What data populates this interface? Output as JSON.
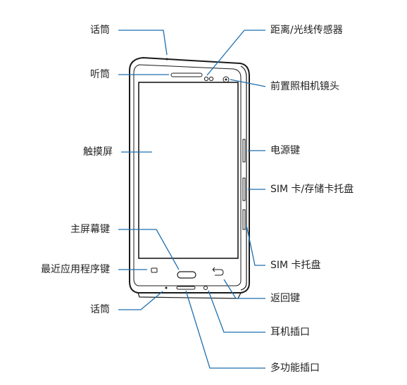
{
  "labels": {
    "mic_top": "话筒",
    "earpiece": "听筒",
    "touchscreen": "触摸屏",
    "home_key": "主屏幕键",
    "recent_apps_key": "最近应用程序键",
    "mic_bottom": "话筒",
    "proximity_light_sensor": "距离/光线传感器",
    "front_camera": "前置照相机镜头",
    "power_key": "电源键",
    "sim_storage_tray": "SIM 卡/存储卡托盘",
    "sim_tray": "SIM 卡托盘",
    "back_key": "返回键",
    "earphone_jack": "耳机插口",
    "multipurpose_jack": "多功能插口"
  },
  "colors": {
    "leader_line": "#1e6fb0",
    "device_outline": "#1a1a1a",
    "label_text": "#222222"
  }
}
